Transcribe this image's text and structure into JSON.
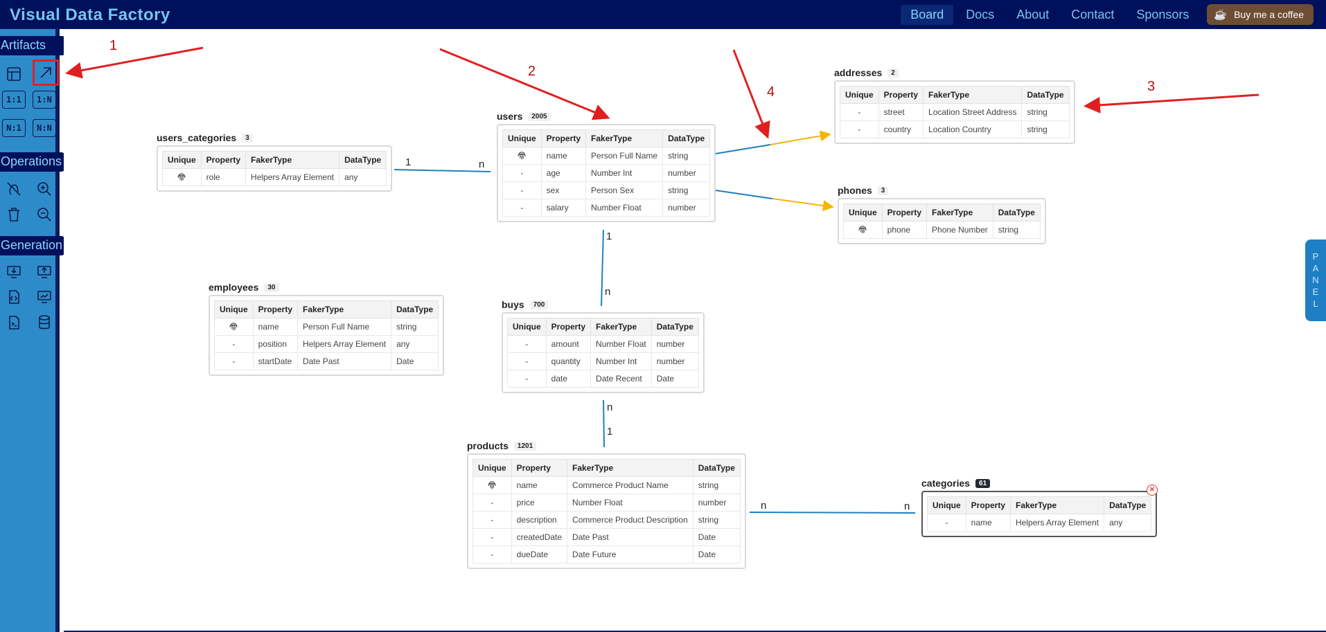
{
  "app": {
    "title": "Visual Data Factory"
  },
  "nav": {
    "items": [
      "Board",
      "Docs",
      "About",
      "Contact",
      "Sponsors"
    ],
    "active": "Board",
    "coffee_label": "Buy me a coffee"
  },
  "sidebar": {
    "sections": [
      "Artifacts",
      "Operations",
      "Generation"
    ],
    "artifacts": {
      "table_icon": "table-icon",
      "arrow_icon": "arrow-up-right-icon",
      "rel_1_1": "1:1",
      "rel_1_n": "1:N",
      "rel_n_1": "N:1",
      "rel_n_n": "N:N"
    },
    "operations": [
      "no-touch-icon",
      "zoom-in-icon",
      "trash-icon",
      "zoom-out-icon"
    ],
    "generation": [
      "download-icon",
      "upload-icon",
      "code-file-icon",
      "monitor-icon",
      "terminal-file-icon",
      "database-icon"
    ]
  },
  "headers": [
    "Unique",
    "Property",
    "FakerType",
    "DataType"
  ],
  "entities": {
    "users_categories": {
      "name": "users_categories",
      "count": "3",
      "rows": [
        [
          "fp",
          "role",
          "Helpers Array Element",
          "any"
        ]
      ]
    },
    "users": {
      "name": "users",
      "count": "2005",
      "rows": [
        [
          "fp",
          "name",
          "Person Full Name",
          "string"
        ],
        [
          "-",
          "age",
          "Number Int",
          "number"
        ],
        [
          "-",
          "sex",
          "Person Sex",
          "string"
        ],
        [
          "-",
          "salary",
          "Number Float",
          "number"
        ]
      ]
    },
    "addresses": {
      "name": "addresses",
      "count": "2",
      "rows": [
        [
          "-",
          "street",
          "Location Street Address",
          "string"
        ],
        [
          "-",
          "country",
          "Location Country",
          "string"
        ]
      ]
    },
    "phones": {
      "name": "phones",
      "count": "3",
      "rows": [
        [
          "fp",
          "phone",
          "Phone Number",
          "string"
        ]
      ]
    },
    "employees": {
      "name": "employees",
      "count": "30",
      "rows": [
        [
          "fp",
          "name",
          "Person Full Name",
          "string"
        ],
        [
          "-",
          "position",
          "Helpers Array Element",
          "any"
        ],
        [
          "-",
          "startDate",
          "Date Past",
          "Date"
        ]
      ]
    },
    "buys": {
      "name": "buys",
      "count": "700",
      "rows": [
        [
          "-",
          "amount",
          "Number Float",
          "number"
        ],
        [
          "-",
          "quantity",
          "Number Int",
          "number"
        ],
        [
          "-",
          "date",
          "Date Recent",
          "Date"
        ]
      ]
    },
    "products": {
      "name": "products",
      "count": "1201",
      "rows": [
        [
          "fp",
          "name",
          "Commerce Product Name",
          "string"
        ],
        [
          "-",
          "price",
          "Number Float",
          "number"
        ],
        [
          "-",
          "description",
          "Commerce Product Description",
          "string"
        ],
        [
          "-",
          "createdDate",
          "Date Past",
          "Date"
        ],
        [
          "-",
          "dueDate",
          "Date Future",
          "Date"
        ]
      ]
    },
    "categories": {
      "name": "categories",
      "count": "61",
      "rows": [
        [
          "-",
          "name",
          "Helpers Array Element",
          "any"
        ]
      ]
    }
  },
  "relations": {
    "uc_users": [
      "1",
      "n"
    ],
    "users_buys": [
      "1",
      "n"
    ],
    "buys_products": [
      "n",
      "1"
    ],
    "products_categories": [
      "n",
      "n"
    ]
  },
  "annotations": [
    "1",
    "2",
    "3",
    "4"
  ],
  "panel_label": "PANEL",
  "colors": {
    "line_blue": "#1f7fc0",
    "line_yellow": "#f5b400",
    "arrow_red": "#e02020"
  }
}
